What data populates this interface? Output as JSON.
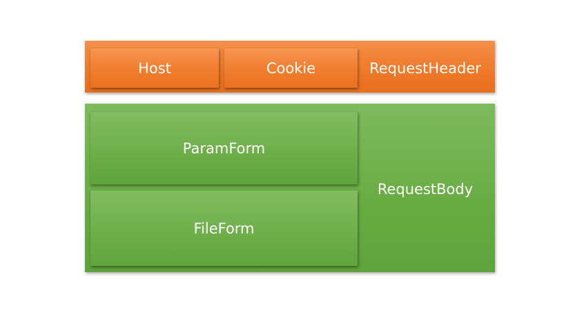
{
  "request_header": {
    "label": "RequestHeader",
    "color": "#ef7a2a",
    "items": [
      {
        "label": "Host"
      },
      {
        "label": "Cookie"
      }
    ]
  },
  "request_body": {
    "label": "RequestBody",
    "color": "#6aad45",
    "items": [
      {
        "label": "ParamForm"
      },
      {
        "label": "FileForm"
      }
    ]
  }
}
